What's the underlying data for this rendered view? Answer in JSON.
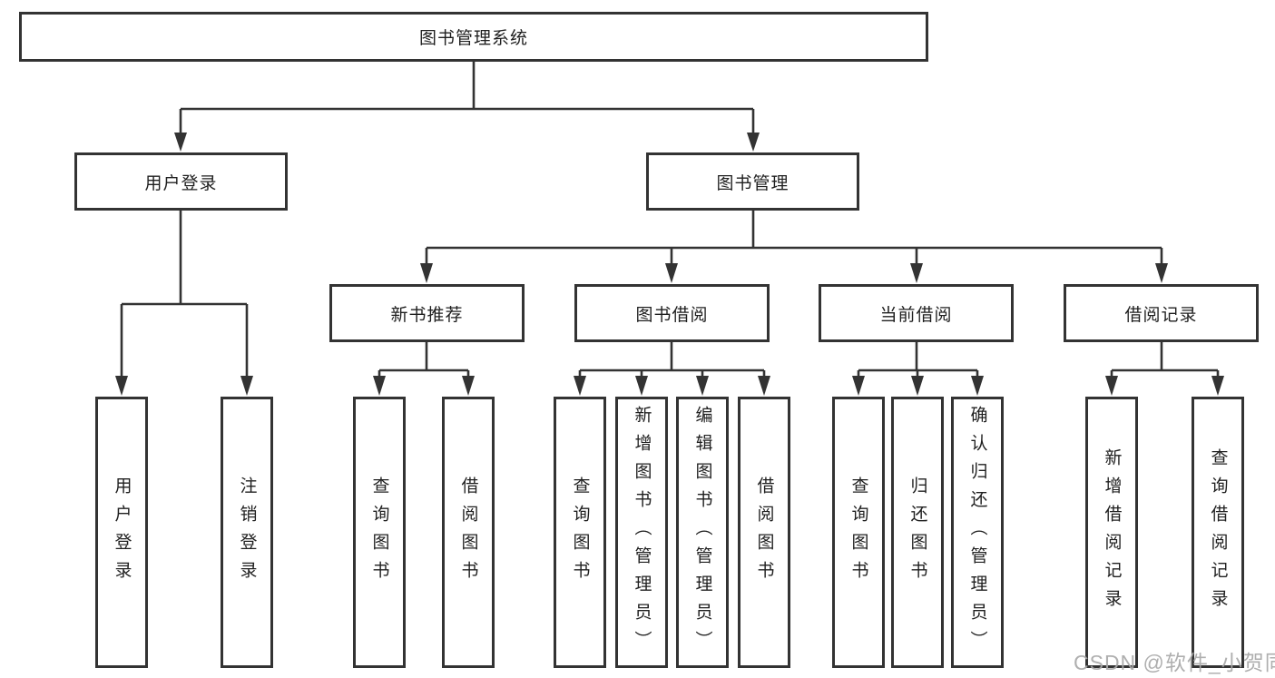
{
  "diagram": {
    "root": {
      "label": "图书管理系统",
      "children": [
        {
          "label": "用户登录",
          "children": [
            {
              "label": "用户登录"
            },
            {
              "label": "注销登录"
            }
          ]
        },
        {
          "label": "图书管理",
          "children": [
            {
              "label": "新书推荐",
              "children": [
                {
                  "label": "查询图书"
                },
                {
                  "label": "借阅图书"
                }
              ]
            },
            {
              "label": "图书借阅",
              "children": [
                {
                  "label": "查询图书"
                },
                {
                  "label": "新增图书（管理员）"
                },
                {
                  "label": "编辑图书（管理员）"
                },
                {
                  "label": "借阅图书"
                }
              ]
            },
            {
              "label": "当前借阅",
              "children": [
                {
                  "label": "查询图书"
                },
                {
                  "label": "归还图书"
                },
                {
                  "label": "确认归还（管理员）"
                }
              ]
            },
            {
              "label": "借阅记录",
              "children": [
                {
                  "label": "新增借阅记录"
                },
                {
                  "label": "查询借阅记录"
                }
              ]
            }
          ]
        }
      ]
    },
    "watermark": "CSDN @软件_小贺同学",
    "colors": {
      "line": "#333333",
      "text": "#1f1f1f",
      "background": "#ffffff",
      "watermark": "#a8a8a8"
    }
  }
}
